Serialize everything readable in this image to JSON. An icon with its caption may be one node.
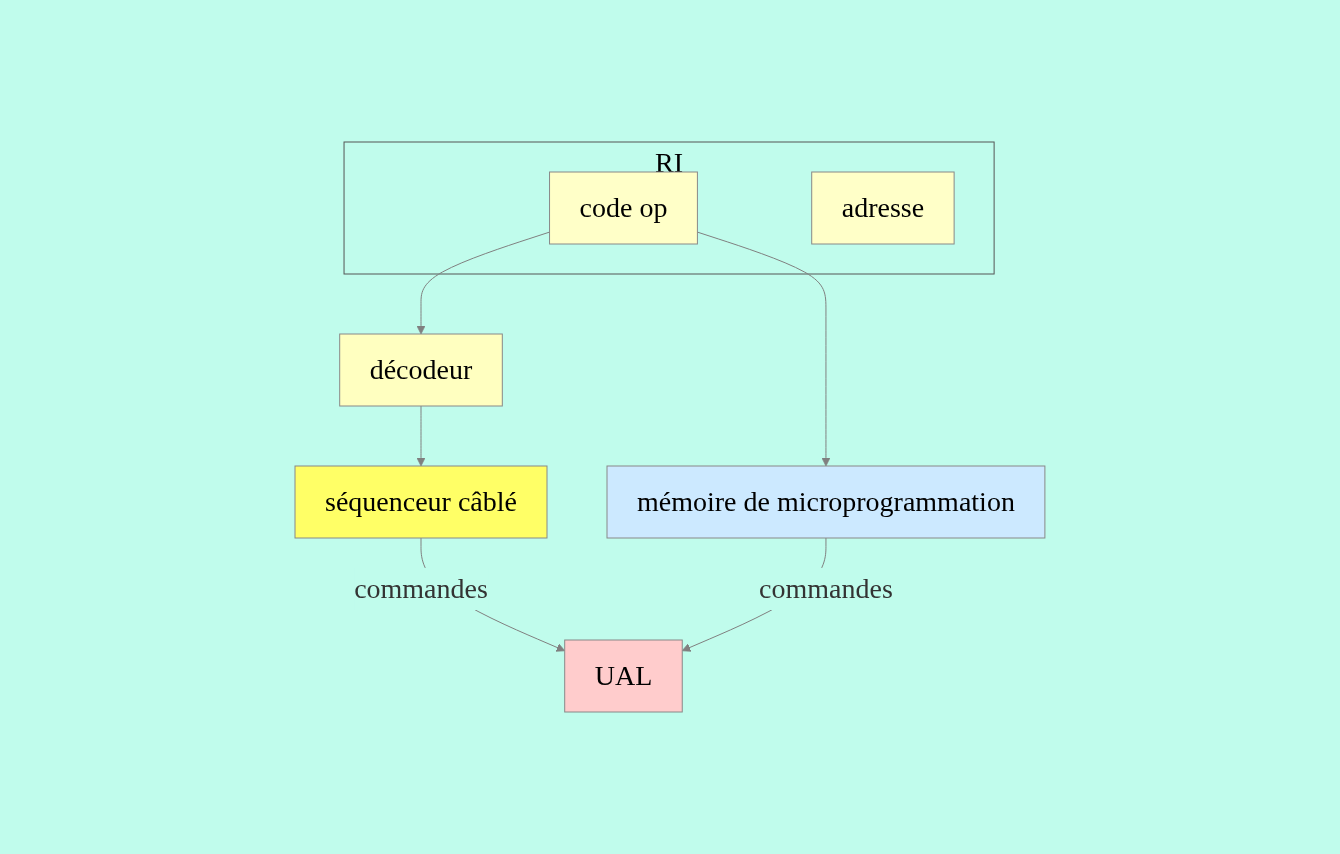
{
  "diagram": {
    "nodes": [
      {
        "text": [
          "RI"
        ]
      },
      {
        "text": [
          "code op"
        ],
        "in": 0
      },
      {
        "text": [
          "adresse"
        ],
        "in": 0
      },
      {
        "text": [
          "décodeur"
        ]
      },
      {
        "text": [
          "séquenceur câblé"
        ]
      },
      {
        "text": [
          "mémoire de microprogrammation"
        ]
      },
      {
        "text": [
          "UAL"
        ]
      }
    ],
    "edges": [
      {
        "from": 1,
        "to": 3,
        "arrow": "to"
      },
      {
        "from": 1,
        "to": 5,
        "arrow": "to"
      },
      {
        "from": 3,
        "to": 4,
        "arrow": "to"
      },
      {
        "from": 4,
        "to": 6,
        "arrow": "to",
        "label": "commandes"
      },
      {
        "from": 5,
        "to": 6,
        "arrow": "to",
        "label": "commandes"
      }
    ]
  }
}
